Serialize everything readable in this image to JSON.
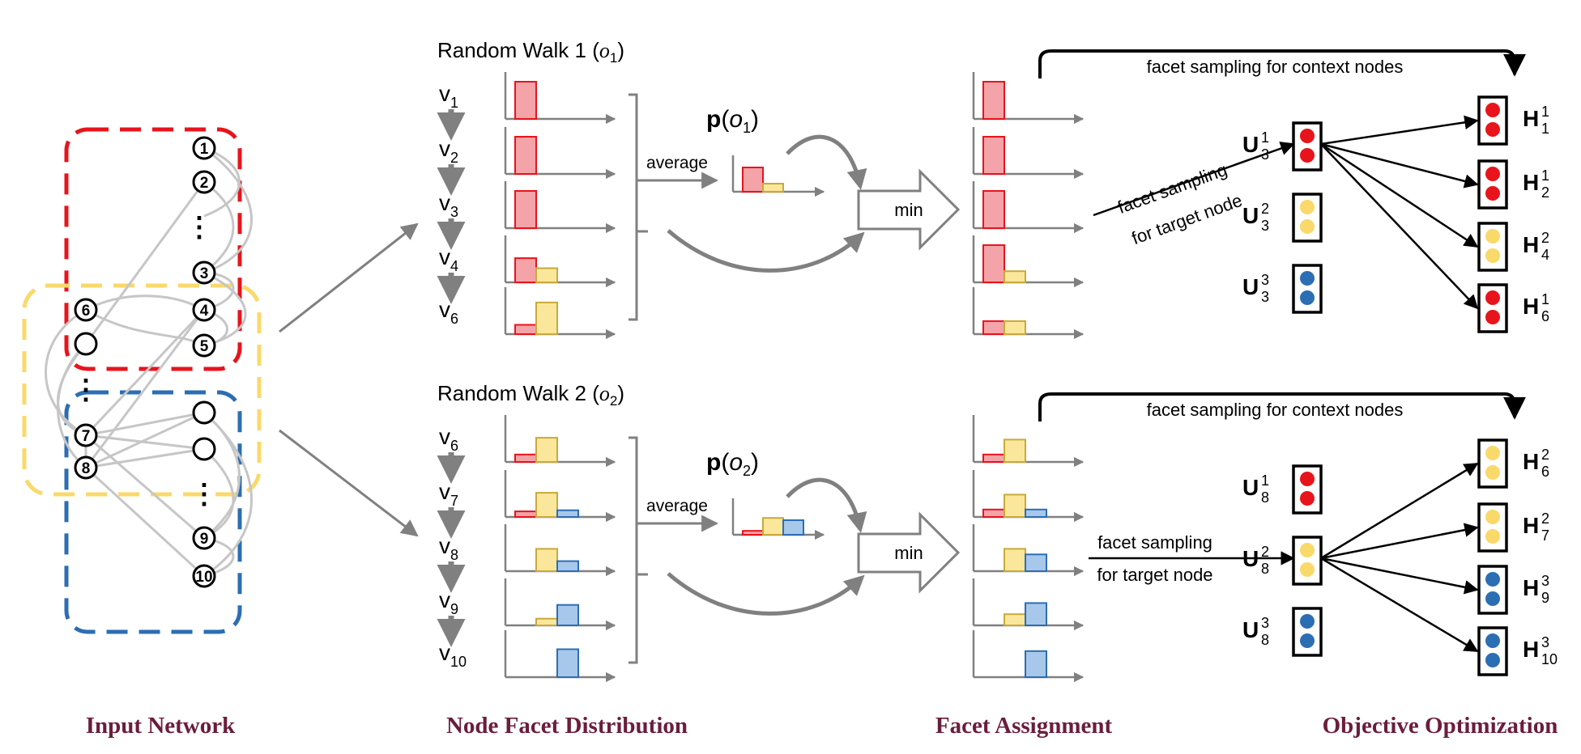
{
  "colors": {
    "red": "#e8141c",
    "yellow": "#fad96b",
    "blue": "#2c6eb3",
    "red_bar": "#f4a3a8",
    "yellow_bar": "#fbe79b",
    "blue_bar": "#a7c8ea",
    "caption": "#6b1d3c",
    "gray": "#808080"
  },
  "captions": {
    "input_network": "Input Network",
    "node_facet_distribution": "Node Facet Distribution",
    "facet_assignment": "Facet Assignment",
    "objective_optimization": "Objective Optimization"
  },
  "network": {
    "labels": [
      "1",
      "2",
      "3",
      "4",
      "5",
      "6",
      "7",
      "8",
      "9",
      "10"
    ],
    "ellipsis": "⋮"
  },
  "walks": [
    {
      "title_prefix": "Random Walk 1 (",
      "title_var": "o",
      "title_sub": "1",
      "title_suffix": ")",
      "node_subs": [
        "1",
        "2",
        "3",
        "4",
        "6"
      ],
      "dist": [
        [
          1.0,
          0,
          0
        ],
        [
          1.0,
          0,
          0
        ],
        [
          1.0,
          0,
          0
        ],
        [
          0.65,
          0.38,
          0
        ],
        [
          0.25,
          0.85,
          0
        ]
      ],
      "avg_label": "average",
      "p_bold": "p",
      "p_var": "o",
      "p_sub": "1",
      "p_avg": [
        0.75,
        0.25,
        0
      ],
      "min_label": "min",
      "assigned": [
        [
          1.0,
          0,
          0
        ],
        [
          1.0,
          0,
          0
        ],
        [
          1.0,
          0,
          0
        ],
        [
          1.0,
          0.3,
          0
        ],
        [
          0.35,
          0.35,
          0
        ]
      ],
      "top_label": "facet sampling for context nodes",
      "target_label_1": "facet sampling",
      "target_label_2": "for target node",
      "U_base": "U",
      "U": [
        {
          "sub": "3",
          "sup": "1",
          "facet": "red"
        },
        {
          "sub": "3",
          "sup": "2",
          "facet": "yellow"
        },
        {
          "sub": "3",
          "sup": "3",
          "facet": "blue"
        }
      ],
      "H": [
        {
          "sub": "1",
          "sup": "1",
          "facet": "red"
        },
        {
          "sub": "2",
          "sup": "1",
          "facet": "red"
        },
        {
          "sub": "4",
          "sup": "2",
          "facet": "yellow"
        },
        {
          "sub": "6",
          "sup": "1",
          "facet": "red"
        }
      ]
    },
    {
      "title_prefix": "Random Walk 2 (",
      "title_var": "o",
      "title_sub": "2",
      "title_suffix": ")",
      "node_subs": [
        "6",
        "7",
        "8",
        "9",
        "10"
      ],
      "dist": [
        [
          0.2,
          0.65,
          0
        ],
        [
          0.15,
          0.65,
          0.18
        ],
        [
          0,
          0.6,
          0.27
        ],
        [
          0,
          0.18,
          0.55
        ],
        [
          0,
          0,
          0.75
        ]
      ],
      "avg_label": "average",
      "p_bold": "p",
      "p_var": "o",
      "p_sub": "2",
      "p_avg": [
        0.12,
        0.52,
        0.45
      ],
      "min_label": "min",
      "assigned": [
        [
          0.2,
          0.6,
          0
        ],
        [
          0.2,
          0.6,
          0.2
        ],
        [
          0,
          0.6,
          0.45
        ],
        [
          0,
          0.3,
          0.6
        ],
        [
          0,
          0,
          0.7
        ]
      ],
      "top_label": "facet sampling for context nodes",
      "target_label_1": "facet sampling",
      "target_label_2": "for target node",
      "U_base": "U",
      "U": [
        {
          "sub": "8",
          "sup": "1",
          "facet": "red"
        },
        {
          "sub": "8",
          "sup": "2",
          "facet": "yellow"
        },
        {
          "sub": "8",
          "sup": "3",
          "facet": "blue"
        }
      ],
      "H": [
        {
          "sub": "6",
          "sup": "2",
          "facet": "yellow"
        },
        {
          "sub": "7",
          "sup": "2",
          "facet": "yellow"
        },
        {
          "sub": "9",
          "sup": "3",
          "facet": "blue"
        },
        {
          "sub": "10",
          "sup": "3",
          "facet": "blue"
        }
      ]
    }
  ]
}
